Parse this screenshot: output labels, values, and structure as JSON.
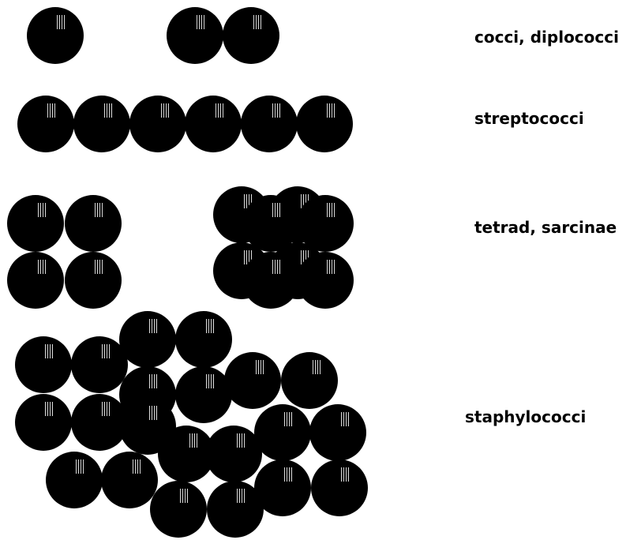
{
  "labels": {
    "cocci": "cocci, diplococci",
    "streptococci": "streptococci",
    "tetrad": "tetrad, sarcinae",
    "staphylococci": "staphylococci"
  },
  "colors": {
    "cell": "#000000",
    "highlight": "#ffffff",
    "background": "#ffffff"
  }
}
